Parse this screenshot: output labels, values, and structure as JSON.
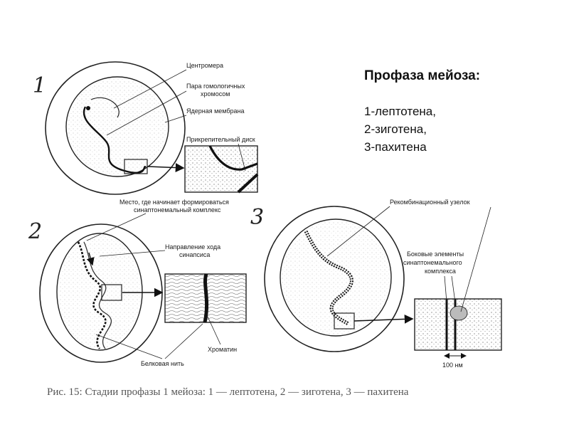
{
  "heading": {
    "title": "Профаза мейоза:",
    "stage1": "1-лептотена,",
    "stage2": "2-зиготена,",
    "stage3": "3-пахитена"
  },
  "panel_numbers": {
    "p1": "1",
    "p2": "2",
    "p3": "3"
  },
  "labels": {
    "centromere": "Центромера",
    "homolog_pair_1": "Пара гомологичных",
    "homolog_pair_2": "хромосом",
    "nuclear_membrane": "Ядерная мембрана",
    "attachment_disc": "Прикрепительный диск",
    "synapse_start_1": "Место, где начинает формироваться",
    "synapse_start_2": "синаптонемальный комплекс",
    "synapsis_direction_1": "Направление хода",
    "synapsis_direction_2": "синапсиса",
    "chromatin": "Хроматин",
    "protein_thread": "Белковая нить",
    "recombination_nodule": "Рекомбинационный узелок",
    "lateral_elements_1": "Боковые элементы",
    "lateral_elements_2": "синаптонемального",
    "lateral_elements_3": "комплекса",
    "scale": "100 нм"
  },
  "caption": "Рис. 15: Стадии профазы 1 мейоза: 1 — лептотена, 2 — зиготена, 3 — пахитена"
}
